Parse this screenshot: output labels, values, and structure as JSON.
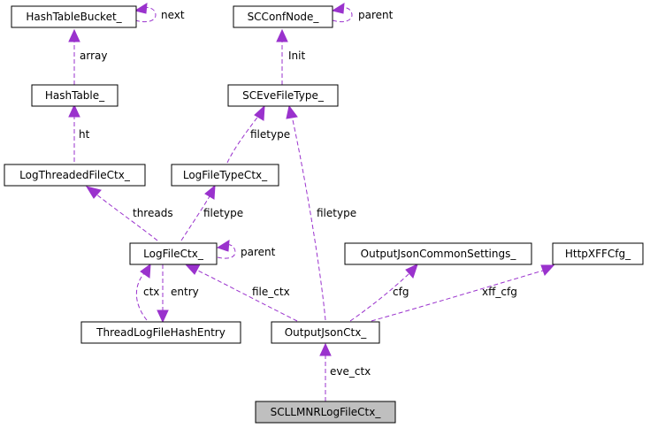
{
  "diagram": {
    "nodes": {
      "hashtablebucket": "HashTableBucket_",
      "scconfnode": "SCConfNode_",
      "hashtable": "HashTable_",
      "sceveFileType": "SCEveFileType_",
      "logthreadedfilectx": "LogThreadedFileCtx_",
      "logfiletypectx": "LogFileTypeCtx_",
      "logfilectx": "LogFileCtx_",
      "outputjsoncommonsettings": "OutputJsonCommonSettings_",
      "httpxffcfg": "HttpXFFCfg_",
      "threadlogfilehashentry": "ThreadLogFileHashEntry",
      "outputjsonctx": "OutputJsonCtx_",
      "scllmnrlogfilectx": "SCLLMNRLogFileCtx_"
    },
    "edges": {
      "next": "next",
      "parent_conf": "parent",
      "array": "array",
      "init": "Init",
      "ht": "ht",
      "filetype_eve": "filetype",
      "threads": "threads",
      "filetype_type": "filetype",
      "filetype_json": "filetype",
      "parent_log": "parent",
      "ctx": "ctx",
      "entry": "entry",
      "file_ctx": "file_ctx",
      "cfg": "cfg",
      "xff_cfg": "xff_cfg",
      "eve_ctx": "eve_ctx"
    },
    "colors": {
      "edge": "#9a32cd",
      "node_border": "#000000",
      "node_fill": "#ffffff",
      "highlight_fill": "#bfbfbf"
    }
  }
}
